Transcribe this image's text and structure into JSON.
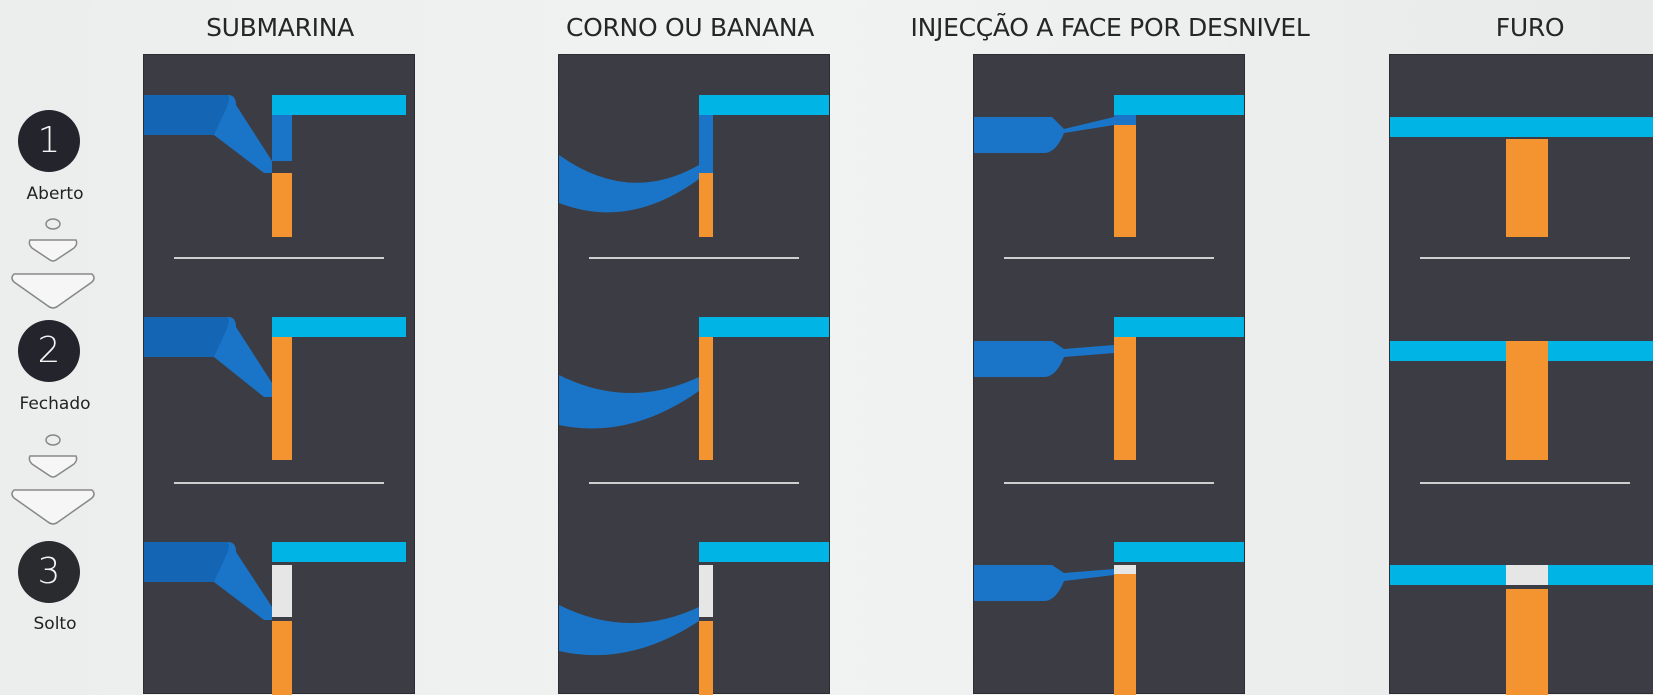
{
  "columns": [
    {
      "title": "SUBMARINA"
    },
    {
      "title": "CORNO OU BANANA"
    },
    {
      "title": "INJECÇÃO A FACE POR DESNIVEL"
    },
    {
      "title": "FURO"
    }
  ],
  "steps": [
    {
      "number": "1",
      "label": "Aberto"
    },
    {
      "number": "2",
      "label": "Fechado"
    },
    {
      "number": "3",
      "label": "Solto"
    }
  ],
  "colors": {
    "background": "#eceeee",
    "panel": "#3c3d44",
    "runner": "#1a75c9",
    "mold_plate": "#00b4e6",
    "part": "#f39430",
    "separated_gate": "#e6e6e6",
    "step_circle": "#23242c"
  }
}
